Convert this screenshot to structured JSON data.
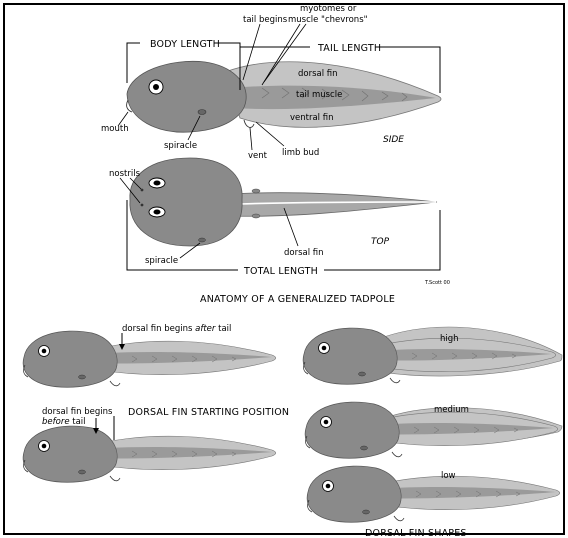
{
  "side_view": {
    "labels": {
      "body_length": "BODY LENGTH",
      "tail_length": "TAIL LENGTH",
      "tail_begins": "tail begins",
      "myotomes_1": "myotomes or",
      "myotomes_2": "muscle \"chevrons\"",
      "dorsal_fin": "dorsal fin",
      "tail_muscle": "tail muscle",
      "ventral_fin": "ventral fin",
      "mouth": "mouth",
      "spiracle": "spiracle",
      "vent": "vent",
      "limb_bud": "limb bud",
      "view": "SIDE"
    }
  },
  "top_view": {
    "labels": {
      "nostrils": "nostrils",
      "dorsal_fin": "dorsal fin",
      "spiracle": "spiracle",
      "view": "TOP",
      "total_length": "TOTAL LENGTH",
      "credit": "T.Scott 00"
    }
  },
  "main_title": "ANATOMY OF A GENERALIZED TADPOLE",
  "fin_position": {
    "after_prefix": "dorsal fin begins ",
    "after_word": "after",
    "after_suffix": " tail",
    "before_line1": "dorsal fin begins",
    "before_word": "before",
    "before_suffix": " tail",
    "title": "DORSAL FIN STARTING POSITION"
  },
  "fin_shapes": {
    "high": "high",
    "medium": "medium",
    "low": "low",
    "title": "DORSAL FIN SHAPES"
  },
  "colors": {
    "body": "#8a8a8a",
    "fin": "#bdbdbd",
    "outline": "#555555",
    "frame": "#000000"
  }
}
